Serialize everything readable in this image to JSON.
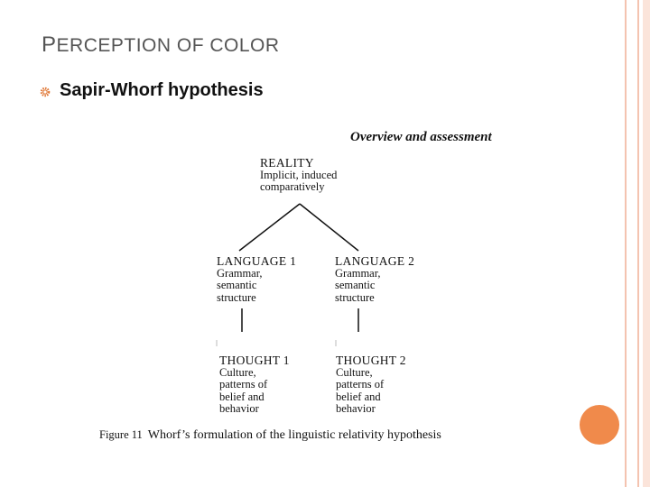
{
  "slide": {
    "title_initial": "P",
    "title_rest": "ERCEPTION OF COLOR",
    "bullet": "Sapir-Whorf hypothesis"
  },
  "figure": {
    "header": "Overview and assessment",
    "reality": {
      "title": "REALITY",
      "lines": [
        "Implicit, induced",
        "comparatively"
      ]
    },
    "language1": {
      "title": "LANGUAGE 1",
      "lines": [
        "Grammar,",
        "semantic",
        "structure"
      ]
    },
    "language2": {
      "title": "LANGUAGE 2",
      "lines": [
        "Grammar,",
        "semantic",
        "structure"
      ]
    },
    "thought1": {
      "title": "THOUGHT 1",
      "lines": [
        "Culture,",
        "patterns of",
        "belief and",
        "behavior"
      ]
    },
    "thought2": {
      "title": "THOUGHT 2",
      "lines": [
        "Culture,",
        "patterns of",
        "belief and",
        "behavior"
      ]
    },
    "caption_label": "Figure 11",
    "caption_text": "Whorf’s formulation of the linguistic relativity hypothesis"
  },
  "colors": {
    "accent": "#f08a4b",
    "decoration": "#f4c3b0",
    "bullet": "#e07a3a"
  },
  "icons": {
    "bullet": "gear-icon"
  }
}
